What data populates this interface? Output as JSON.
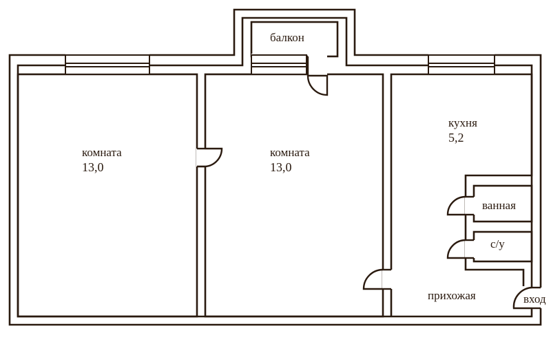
{
  "rooms": {
    "room1": {
      "name": "комната",
      "area": "13,0"
    },
    "room2": {
      "name": "комната",
      "area": "13,0"
    },
    "kitchen": {
      "name": "кухня",
      "area": "5,2"
    },
    "balcony": {
      "name": "балкон"
    },
    "bathroom": {
      "name": "ванная"
    },
    "toilet": {
      "name": "с/у"
    },
    "hallway": {
      "name": "прихожая"
    },
    "entrance": {
      "name": "вход"
    }
  },
  "colors": {
    "line": "#2a1a0f",
    "background": "#ffffff"
  }
}
